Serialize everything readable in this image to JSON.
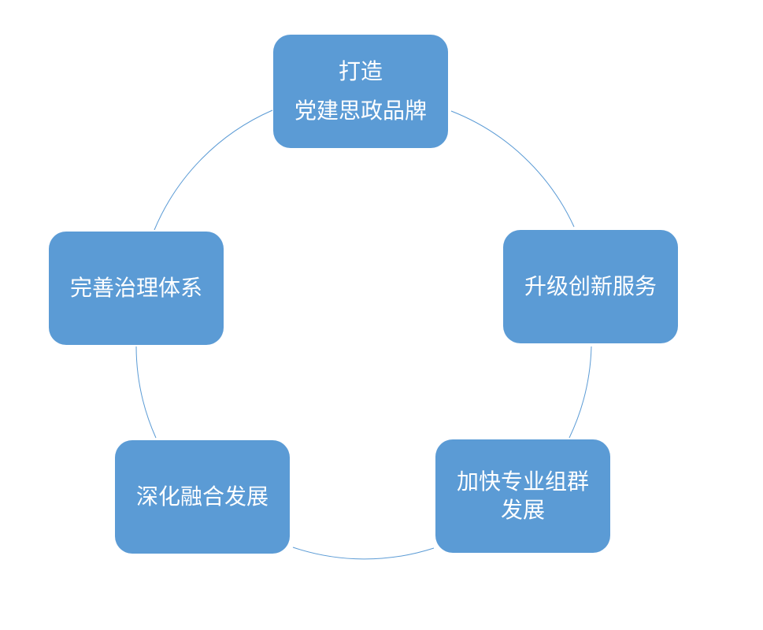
{
  "diagram": {
    "colors": {
      "node_fill": "#5b9bd5",
      "node_text": "#ffffff",
      "connector": "#5b9bd5",
      "background": "#ffffff"
    },
    "nodes": [
      {
        "id": "top",
        "lines": [
          "打造",
          "党建思政品牌"
        ]
      },
      {
        "id": "right",
        "lines": [
          "升级创新服务"
        ]
      },
      {
        "id": "bottom-right",
        "lines": [
          "加快专业组群",
          "发展"
        ]
      },
      {
        "id": "bottom-left",
        "lines": [
          "深化融合发展"
        ]
      },
      {
        "id": "left",
        "lines": [
          "完善治理体系"
        ]
      }
    ]
  }
}
